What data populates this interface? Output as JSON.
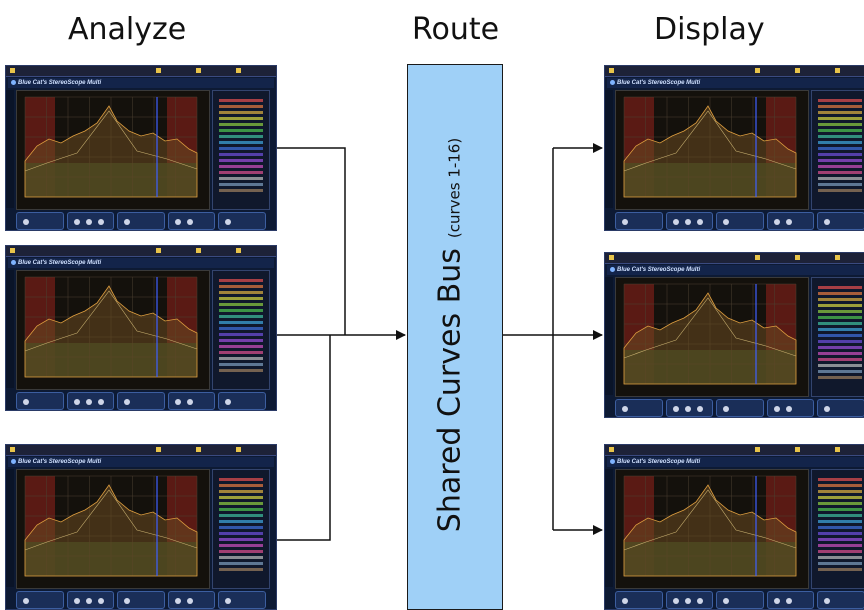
{
  "headings": {
    "analyze": "Analyze",
    "route": "Route",
    "display": "Display"
  },
  "bus": {
    "title": "Shared Curves Bus",
    "subtitle": "(curves 1-16)"
  },
  "plugin": {
    "title": "Blue Cat's StereoScope Multi"
  },
  "colors": {
    "bus_fill": "#9fd0f7",
    "wire": "#111111",
    "plugin_bg": "#0d1a34"
  }
}
